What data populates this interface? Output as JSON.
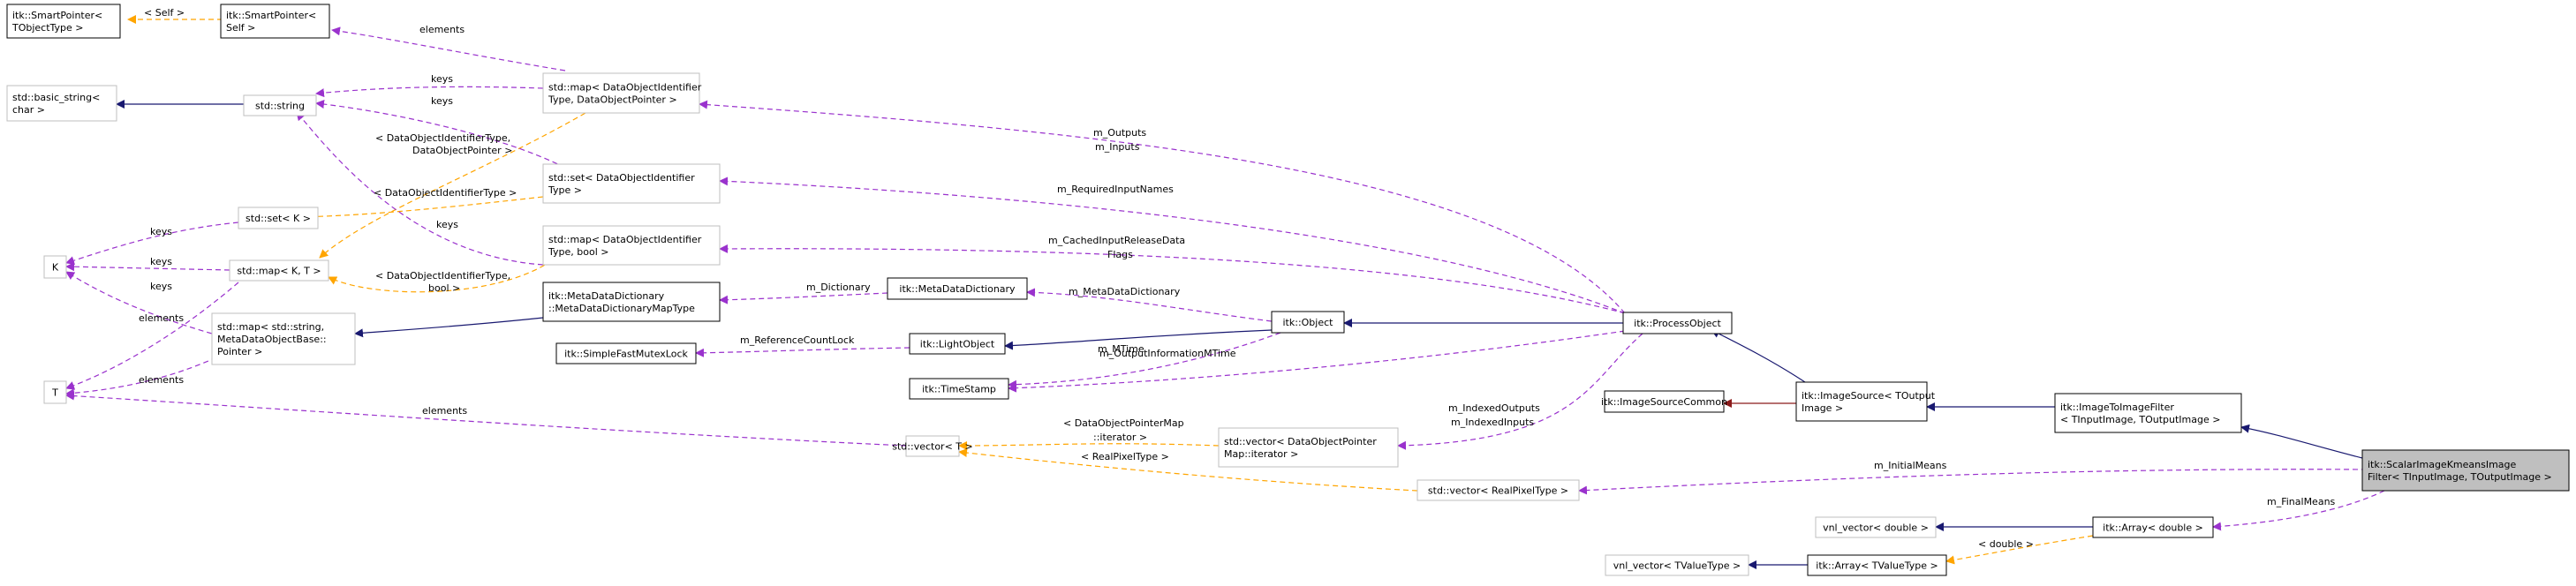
{
  "nodes": [
    {
      "id": "sp_tobj",
      "lines": [
        "itk::SmartPointer<",
        "TObjectType >"
      ],
      "style": "solid"
    },
    {
      "id": "sp_self",
      "lines": [
        "itk::SmartPointer<",
        "Self >"
      ],
      "style": "solid"
    },
    {
      "id": "basic_string",
      "lines": [
        "std::basic_string<",
        "char >"
      ],
      "style": "gray"
    },
    {
      "id": "string",
      "lines": [
        "std::string"
      ],
      "style": "gray"
    },
    {
      "id": "map_doid",
      "lines": [
        "std::map< DataObjectIdentifier",
        "Type, DataObjectPointer >"
      ],
      "style": "gray"
    },
    {
      "id": "set_doid",
      "lines": [
        "std::set< DataObjectIdentifier",
        "Type >"
      ],
      "style": "gray"
    },
    {
      "id": "set_k",
      "lines": [
        "std::set< K >"
      ],
      "style": "gray"
    },
    {
      "id": "K",
      "lines": [
        "K"
      ],
      "style": "gray"
    },
    {
      "id": "map_kt",
      "lines": [
        "std::map< K, T >"
      ],
      "style": "gray"
    },
    {
      "id": "map_bool",
      "lines": [
        "std::map< DataObjectIdentifier",
        "Type, bool >"
      ],
      "style": "gray"
    },
    {
      "id": "mdd_map",
      "lines": [
        "itk::MetaDataDictionary",
        "::MetaDataDictionaryMapType"
      ],
      "style": "solid"
    },
    {
      "id": "map_str",
      "lines": [
        "std::map< std::string,",
        "MetaDataObjectBase::",
        "Pointer >"
      ],
      "style": "gray"
    },
    {
      "id": "T",
      "lines": [
        "T"
      ],
      "style": "gray"
    },
    {
      "id": "simple_mutex",
      "lines": [
        "itk::SimpleFastMutexLock"
      ],
      "style": "solid"
    },
    {
      "id": "mdd",
      "lines": [
        "itk::MetaDataDictionary"
      ],
      "style": "solid"
    },
    {
      "id": "light_obj",
      "lines": [
        "itk::LightObject"
      ],
      "style": "solid"
    },
    {
      "id": "timestamp",
      "lines": [
        "itk::TimeStamp"
      ],
      "style": "solid"
    },
    {
      "id": "object",
      "lines": [
        "itk::Object"
      ],
      "style": "solid"
    },
    {
      "id": "process_obj",
      "lines": [
        "itk::ProcessObject"
      ],
      "style": "solid"
    },
    {
      "id": "vector_t",
      "lines": [
        "std::vector< T >"
      ],
      "style": "gray"
    },
    {
      "id": "vector_dop",
      "lines": [
        "std::vector< DataObjectPointer",
        "Map::iterator >"
      ],
      "style": "gray"
    },
    {
      "id": "vector_rpt",
      "lines": [
        "std::vector< RealPixelType >"
      ],
      "style": "gray"
    },
    {
      "id": "img_src_common",
      "lines": [
        "itk::ImageSourceCommon"
      ],
      "style": "solid"
    },
    {
      "id": "img_src",
      "lines": [
        "itk::ImageSource< TOutput",
        "Image >"
      ],
      "style": "solid"
    },
    {
      "id": "img_to_img",
      "lines": [
        "itk::ImageToImageFilter",
        "< TInputImage, TOutputImage >"
      ],
      "style": "solid"
    },
    {
      "id": "kmeans",
      "lines": [
        "itk::ScalarImageKmeansImage",
        "Filter< TInputImage, TOutputImage >"
      ],
      "style": "target"
    },
    {
      "id": "vnl_double",
      "lines": [
        "vnl_vector< double >"
      ],
      "style": "gray"
    },
    {
      "id": "array_double",
      "lines": [
        "itk::Array< double >"
      ],
      "style": "solid"
    },
    {
      "id": "vnl_tvalue",
      "lines": [
        "vnl_vector< TValueType >"
      ],
      "style": "gray"
    },
    {
      "id": "array_tvalue",
      "lines": [
        "itk::Array< TValueType >"
      ],
      "style": "solid"
    }
  ],
  "edge_labels": {
    "self": "< Self >",
    "elements_1": "elements",
    "keys_1": "keys",
    "keys_2": "keys",
    "doid_dop": [
      "< DataObjectIdentifierType,",
      "DataObjectPointer >"
    ],
    "doid_type": "< DataObjectIdentifierType >",
    "keys_3": "keys",
    "keys_4": "keys",
    "keys_5": "keys",
    "keys_6": "keys",
    "doid_bool": [
      "< DataObjectIdentifierType,",
      "bool >"
    ],
    "elements_2": "elements",
    "elements_3": "elements",
    "elements_4": "elements",
    "outputs_inputs": [
      "m_Outputs",
      "m_Inputs"
    ],
    "required_input_names": "m_RequiredInputNames",
    "cached_input": [
      "m_CachedInputReleaseData",
      "Flags"
    ],
    "dictionary": "m_Dictionary",
    "metadata_dictionary": "m_MetaDataDictionary",
    "reference_count_lock": "m_ReferenceCountLock",
    "mtime": "m_MTime",
    "output_info_mtime": "m_OutputInformationMTime",
    "indexed": [
      "m_IndexedOutputs",
      "m_IndexedInputs"
    ],
    "dop_iterator": [
      "< DataObjectPointerMap",
      "::iterator >"
    ],
    "real_pixel_type": "< RealPixelType >",
    "initial_means": "m_InitialMeans",
    "final_means": "m_FinalMeans",
    "double": "< double >"
  },
  "colors": {
    "inheritance": "#191970",
    "usage": "#9a32cd",
    "template": "#ffa500",
    "protected": "#8b1a1a",
    "gray_border": "#bfbfbf",
    "target_fill": "#bfbfbf"
  }
}
